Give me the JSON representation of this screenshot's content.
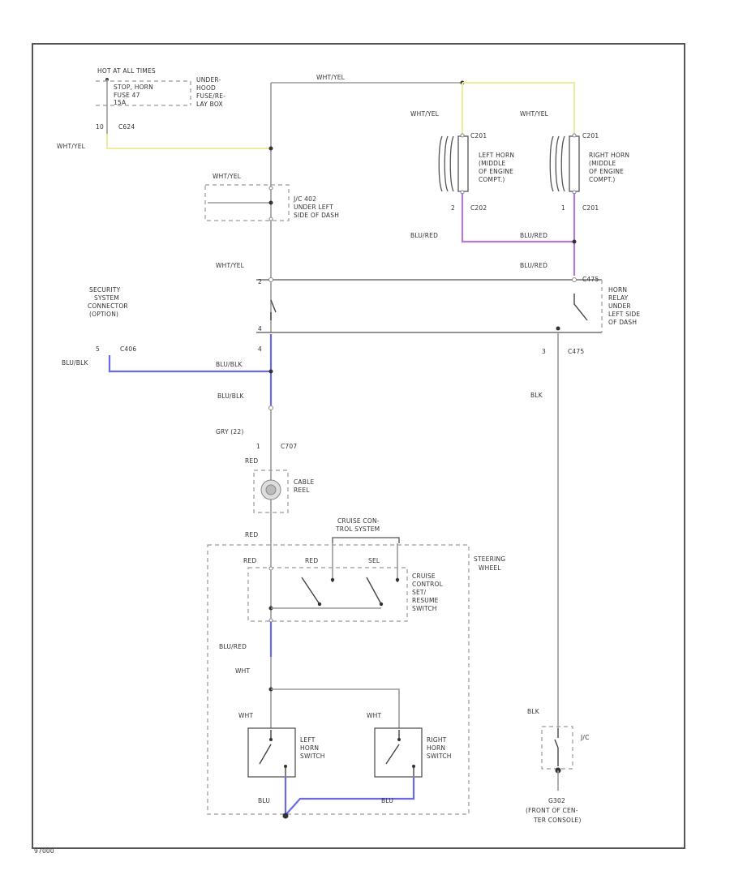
{
  "fuse_box": {
    "hot": "HOT AT ALL TIMES",
    "fuse_line1": "STOP, HORN",
    "fuse_line2": "FUSE 47",
    "fuse_line3": "15A",
    "location1": "UNDER-",
    "location2": "HOOD",
    "location3": "FUSE/RE-",
    "location4": "LAY BOX",
    "pin": "10",
    "connector": "C624",
    "wire": "WHT/YEL"
  },
  "wires": {
    "top": "WHT/YEL",
    "jc_wire": "WHT/YEL",
    "relay_in": "WHT/YEL",
    "left_horn_in": "WHT/YEL",
    "right_horn_in": "WHT/YEL",
    "horn_out_left": "BLU/RED",
    "horn_out_right": "BLU/RED",
    "relay_coil": "BLU/RED",
    "security_wire": "BLU/BLK",
    "relay_out": "BLU/BLK",
    "cable_in": "BLU/BLK",
    "gray": "GRY (22)",
    "red1": "RED",
    "red2": "RED",
    "red_sw": "RED",
    "cruise_red": "RED",
    "cruise_sel": "SEL",
    "blu_red": "BLU/RED",
    "wht": "WHT",
    "wht_left": "WHT",
    "wht_right": "WHT",
    "blu": "BLU",
    "blu_right": "BLU",
    "blk": "BLK",
    "blk2": "BLK"
  },
  "jc_box": {
    "line1": "J/C 402",
    "line2": "UNDER LEFT",
    "line3": "SIDE OF DASH"
  },
  "left_horn": {
    "connector": "C201",
    "line1": "LEFT HORN",
    "line2": "(MIDDLE",
    "line3": "OF ENGINE",
    "line4": "COMPT.)",
    "pin": "2",
    "out_conn": "C202"
  },
  "right_horn": {
    "connector": "C201",
    "line1": "RIGHT HORN",
    "line2": "(MIDDLE",
    "line3": "OF ENGINE",
    "line4": "COMPT.)",
    "pin": "1",
    "out_conn": "C201"
  },
  "horn_relay": {
    "connector": "C475",
    "line1": "HORN",
    "line2": "RELAY",
    "line3": "UNDER",
    "line4": "LEFT SIDE",
    "line5": "OF DASH",
    "pin_left_top": "2",
    "pin_left_bot": "4",
    "pin_right_bot": "3",
    "out_conn": "C475"
  },
  "security": {
    "line1": "SECURITY",
    "line2": "SYSTEM",
    "line3": "CONNECTOR",
    "line4": "(OPTION)",
    "pin": "5",
    "connector": "C406"
  },
  "cable_reel": {
    "pin": "1",
    "connector": "C707",
    "line1": "CABLE",
    "line2": "REEL"
  },
  "steering": {
    "line1": "STEERING",
    "line2": "WHEEL"
  },
  "cruise_conn": {
    "line1": "CRUISE CON-",
    "line2": "TROL SYSTEM"
  },
  "cruise_switch": {
    "line1": "CRUISE",
    "line2": "CONTROL",
    "line3": "SET/",
    "line4": "RESUME",
    "line5": "SWITCH"
  },
  "left_horn_switch": {
    "line1": "LEFT",
    "line2": "HORN",
    "line3": "SWITCH"
  },
  "right_horn_switch": {
    "line1": "RIGHT",
    "line2": "HORN",
    "line3": "SWITCH"
  },
  "ground_jc": {
    "label": "J/C"
  },
  "ground": {
    "line1": "G302",
    "line2": "(FRONT OF CEN-",
    "line3": "TER CONSOLE)"
  },
  "figure_id": "97000"
}
